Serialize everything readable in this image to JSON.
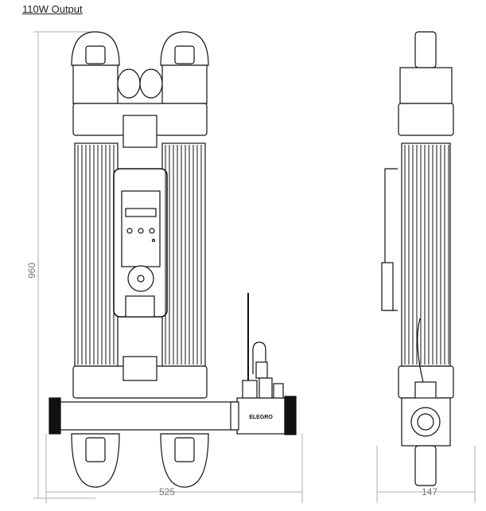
{
  "title": "110W Output",
  "dimensions": {
    "height": "960",
    "width_front": "525",
    "width_side": "147"
  },
  "brand_label": "ELEGRO",
  "colors": {
    "line": "#111111",
    "dimension": "#888888"
  }
}
